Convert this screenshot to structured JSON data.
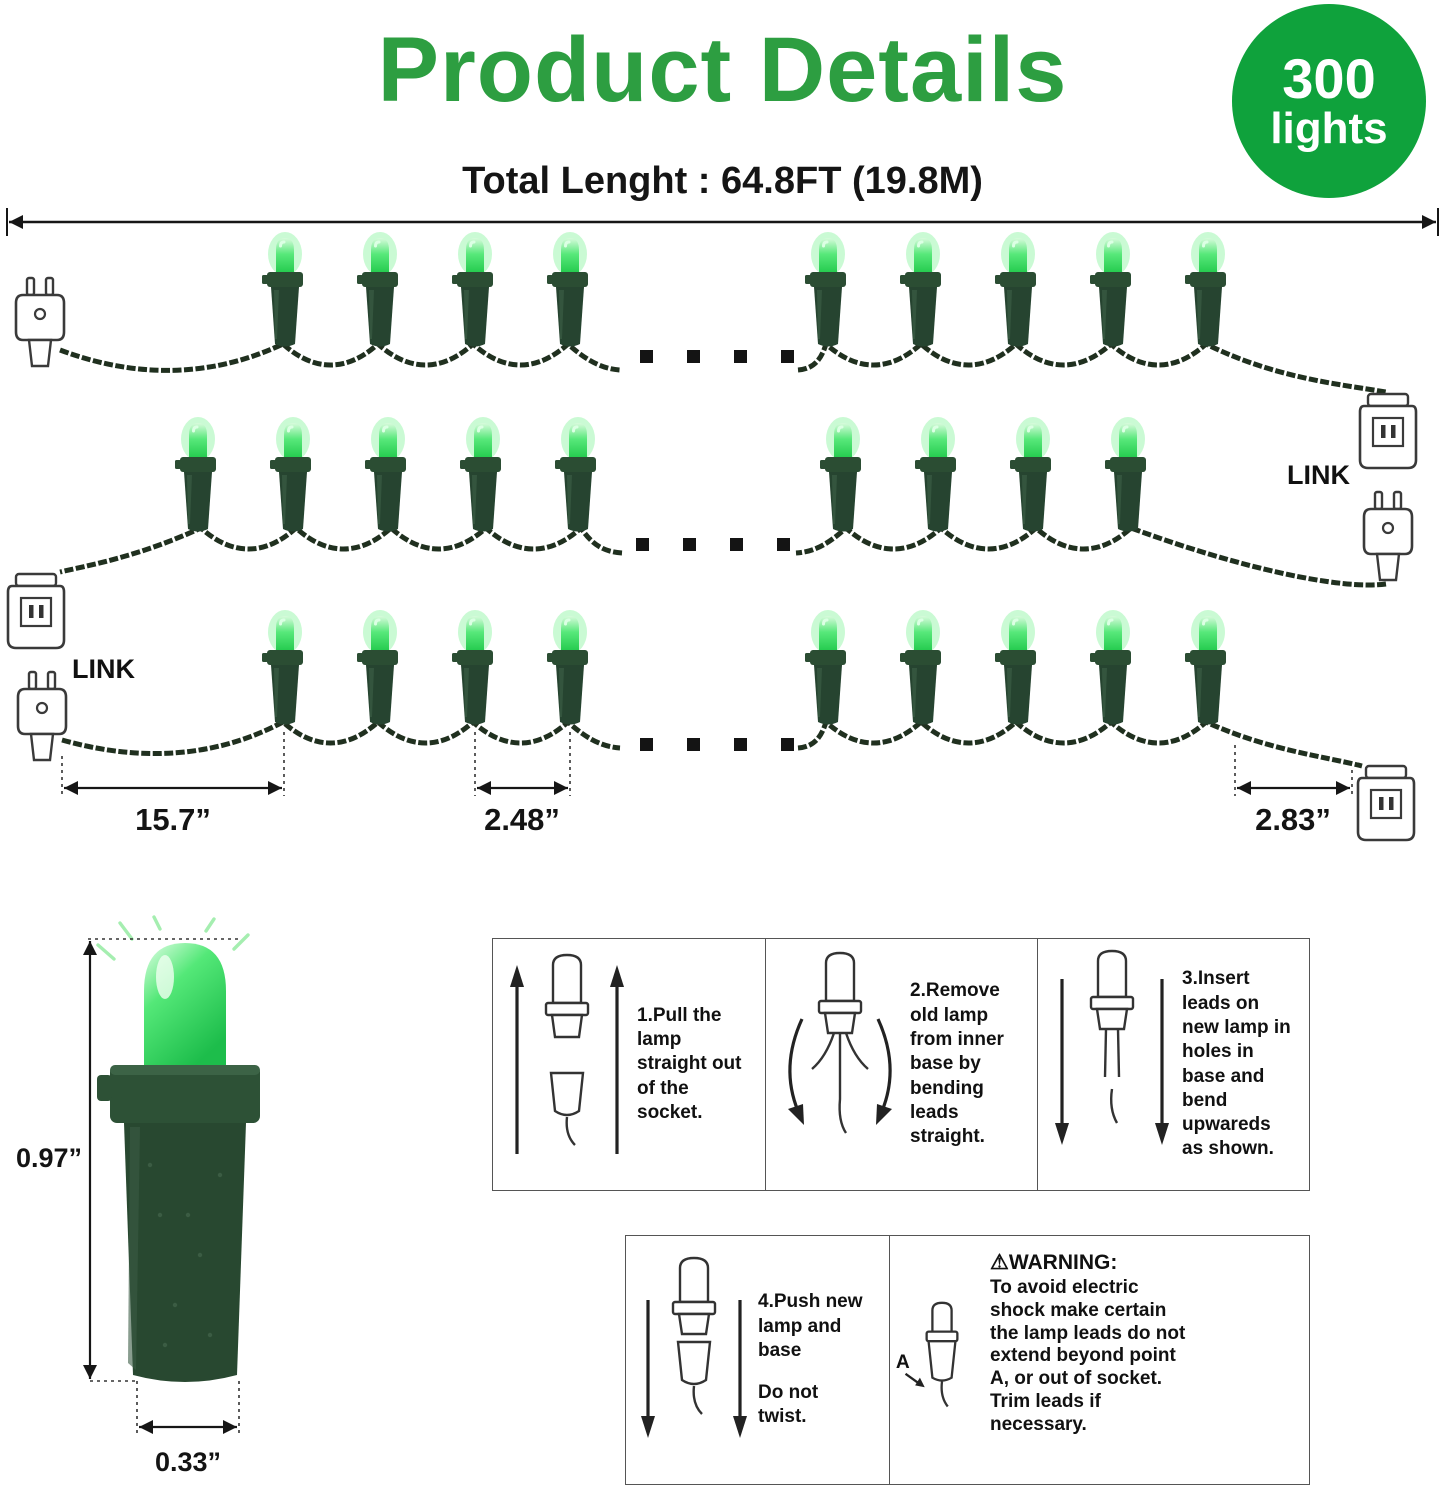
{
  "colors": {
    "accent_green": "#2d9e41",
    "badge_green": "#0fa23c",
    "bulb_green": "#35d95b",
    "socket_green": "#2b4d33",
    "wire_color": "#20301f"
  },
  "header": {
    "title": "Product Details",
    "badge_count": "300",
    "badge_unit": "lights",
    "total_length": "Total Lenght : 64.8FT (19.8M)"
  },
  "diagram": {
    "link_right_label": "LINK",
    "link_left_label": "LINK",
    "dim_plug_to_first_bulb": "15.7”",
    "dim_bulb_spacing": "2.48”",
    "dim_last_bulb_to_connector": "2.83”"
  },
  "closeup": {
    "bulb_height": "0.97”",
    "bulb_width": "0.33”"
  },
  "instructions": {
    "step1": "1.Pull the lamp straight out of the socket.",
    "step2": "2.Remove old lamp from inner base by bending leads straight.",
    "step3": "3.Insert leads on new lamp in holes in base and bend upwareds as shown.",
    "step4_line1": "4.Push new lamp and base",
    "step4_line2": "Do not twist.",
    "warning_icon": "⚠",
    "warning_title": "WARNING:",
    "warning_text": "To avoid electric shock make certain the lamp leads do not extend beyond point A, or out of socket. Trim leads if necessary.",
    "point_label": "A"
  }
}
